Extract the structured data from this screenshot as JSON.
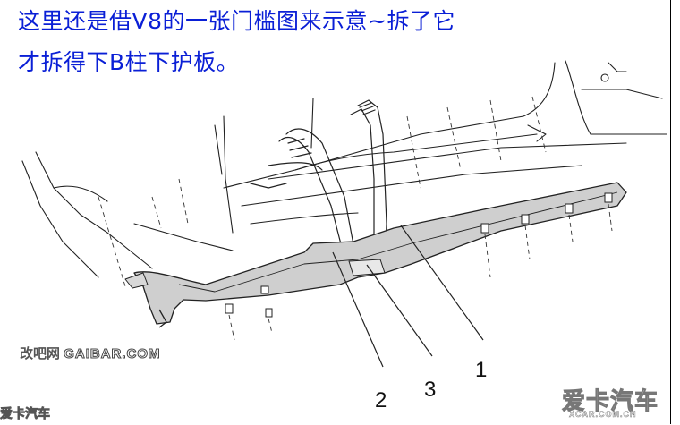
{
  "caption": {
    "line1": "这里还是借V8的一张门槛图来示意~拆了它",
    "line2": "才拆得下B柱下护板。"
  },
  "callouts": [
    {
      "id": "1",
      "label": "1"
    },
    {
      "id": "2",
      "label": "2"
    },
    {
      "id": "3",
      "label": "3"
    }
  ],
  "watermarks": {
    "site_cn": "改吧网",
    "site_latin": "GAIBAR.COM",
    "brand": "爱卡汽车",
    "brand_url": "XCAR.COM.CN",
    "corner": "爱卡汽车"
  },
  "colors": {
    "caption_text": "#0a1fd6",
    "line_art": "#222222",
    "trim_fill": "#c8c8c8"
  }
}
